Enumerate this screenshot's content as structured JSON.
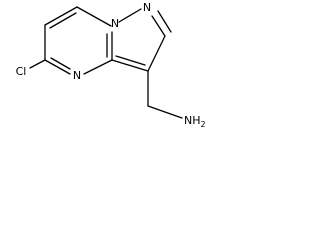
{
  "molecule": {
    "atoms": {
      "n_bridge": "N",
      "n_pyrazole": "N",
      "n_ring": "N",
      "cl": "Cl",
      "nh2_n": "NH",
      "nh2_sub": "2"
    }
  },
  "colors": {
    "bond": "#000000",
    "label": "#000000",
    "background": "#ffffff"
  }
}
